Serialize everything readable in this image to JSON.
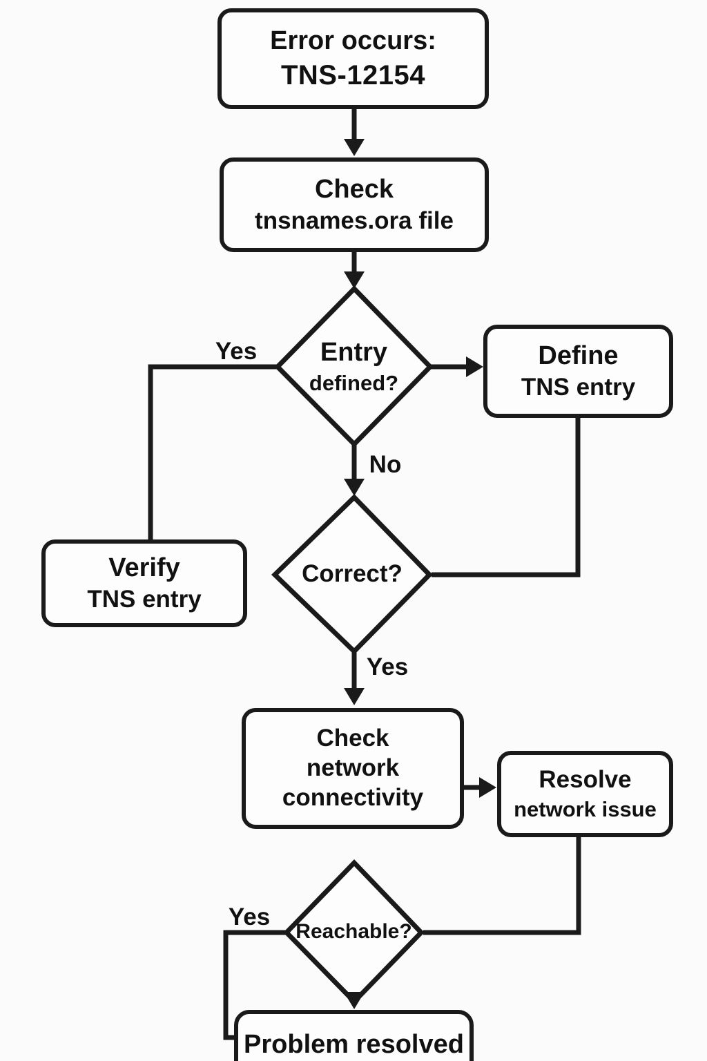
{
  "flowchart": {
    "description": "Troubleshooting flowchart for Oracle error TNS-12154",
    "colors": {
      "background": "#fbfbfb",
      "node_fill": "#fdfdfd",
      "stroke": "#1a1a1a",
      "text": "#111111"
    },
    "nodes": {
      "error_occurs": {
        "type": "process",
        "line1": "Error occurs:",
        "line2": "TNS-12154"
      },
      "check_tnsnames": {
        "type": "process",
        "line1": "Check",
        "line2": "tnsnames.ora file"
      },
      "entry_defined": {
        "type": "decision",
        "line1": "Entry",
        "line2": "defined?"
      },
      "define_tns": {
        "type": "process",
        "line1": "Define",
        "line2": "TNS entry"
      },
      "verify_tns": {
        "type": "process",
        "line1": "Verify",
        "line2": "TNS entry"
      },
      "correct": {
        "type": "decision",
        "line1": "Correct?"
      },
      "check_network": {
        "type": "process",
        "line1": "Check",
        "line2": "network",
        "line3": "connectivity"
      },
      "resolve_network": {
        "type": "process",
        "line1": "Resolve",
        "line2": "network issue"
      },
      "reachable": {
        "type": "decision",
        "line1": "Reachable?"
      },
      "problem_resolved": {
        "type": "process",
        "line1": "Problem resolved"
      }
    },
    "edge_labels": {
      "entry_defined_yes": "Yes",
      "entry_defined_no": "No",
      "correct_yes": "Yes",
      "reachable_yes": "Yes"
    },
    "edges": [
      {
        "from": "error_occurs",
        "to": "check_tnsnames",
        "label": "",
        "arrow": true
      },
      {
        "from": "check_tnsnames",
        "to": "entry_defined",
        "label": "",
        "arrow": true
      },
      {
        "from": "entry_defined",
        "to": "define_tns",
        "label": "",
        "arrow": true,
        "side": "right"
      },
      {
        "from": "entry_defined",
        "to": "verify_tns",
        "label": "Yes",
        "arrow": false,
        "side": "left"
      },
      {
        "from": "entry_defined",
        "to": "correct",
        "label": "No",
        "arrow": true,
        "side": "bottom"
      },
      {
        "from": "define_tns",
        "to": "correct",
        "label": "",
        "arrow": false,
        "side": "right"
      },
      {
        "from": "correct",
        "to": "check_network",
        "label": "Yes",
        "arrow": true,
        "side": "bottom"
      },
      {
        "from": "check_network",
        "to": "resolve_network",
        "label": "",
        "arrow": true,
        "side": "right"
      },
      {
        "from": "resolve_network",
        "to": "reachable",
        "label": "",
        "arrow": false,
        "side": "right"
      },
      {
        "from": "reachable",
        "to": "problem_resolved",
        "label": "Yes",
        "arrow": false,
        "side": "left"
      },
      {
        "from": "reachable",
        "to": "problem_resolved",
        "label": "",
        "arrow": true,
        "side": "bottom"
      }
    ]
  }
}
